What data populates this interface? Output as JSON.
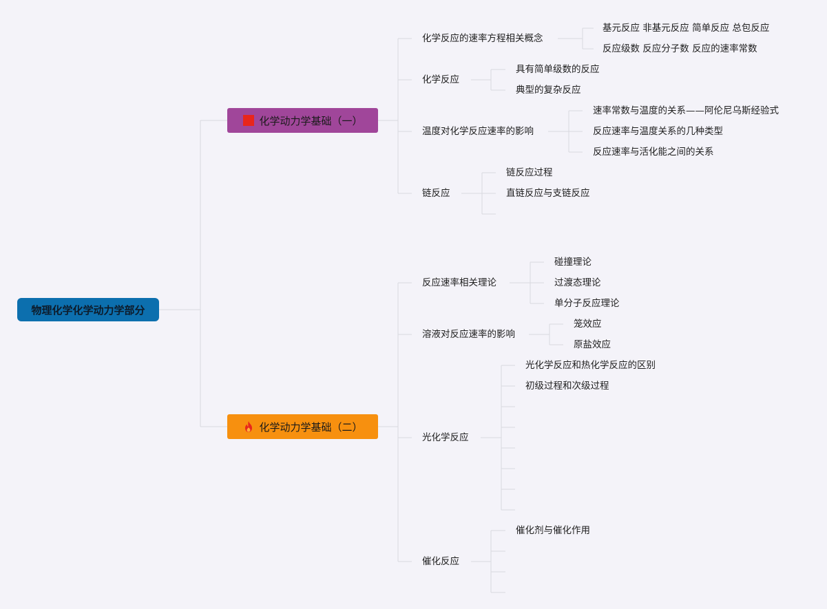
{
  "root": {
    "label": "物理化学化学动力学部分"
  },
  "branches": [
    {
      "label": "化学动力学基础（一）",
      "icon": "red-square-icon",
      "color": "#a0469a",
      "topics": [
        {
          "label": "化学反应的速率方程相关概念",
          "items": [
            "基元反应 非基元反应 简单反应 总包反应",
            "反应级数 反应分子数 反应的速率常数"
          ]
        },
        {
          "label": "化学反应",
          "items": [
            "具有简单级数的反应",
            "典型的复杂反应"
          ]
        },
        {
          "label": "温度对化学反应速率的影响",
          "items": [
            "速率常数与温度的关系——阿伦尼乌斯经验式",
            "反应速率与温度关系的几种类型",
            "反应速率与活化能之间的关系"
          ]
        },
        {
          "label": "链反应",
          "items": [
            "链反应过程",
            "直链反应与支链反应",
            ""
          ]
        }
      ]
    },
    {
      "label": "化学动力学基础（二）",
      "icon": "fire-icon",
      "color": "#f7900f",
      "topics": [
        {
          "label": "反应速率相关理论",
          "items": [
            "碰撞理论",
            "过渡态理论",
            "单分子反应理论"
          ]
        },
        {
          "label": "溶液对反应速率的影响",
          "items": [
            "笼效应",
            "原盐效应"
          ]
        },
        {
          "label": "光化学反应",
          "items": [
            "光化学反应和热化学反应的区别",
            "初级过程和次级过程",
            "",
            "",
            "",
            "",
            "",
            ""
          ]
        },
        {
          "label": "催化反应",
          "items": [
            "催化剂与催化作用",
            "",
            "",
            ""
          ]
        }
      ]
    }
  ]
}
